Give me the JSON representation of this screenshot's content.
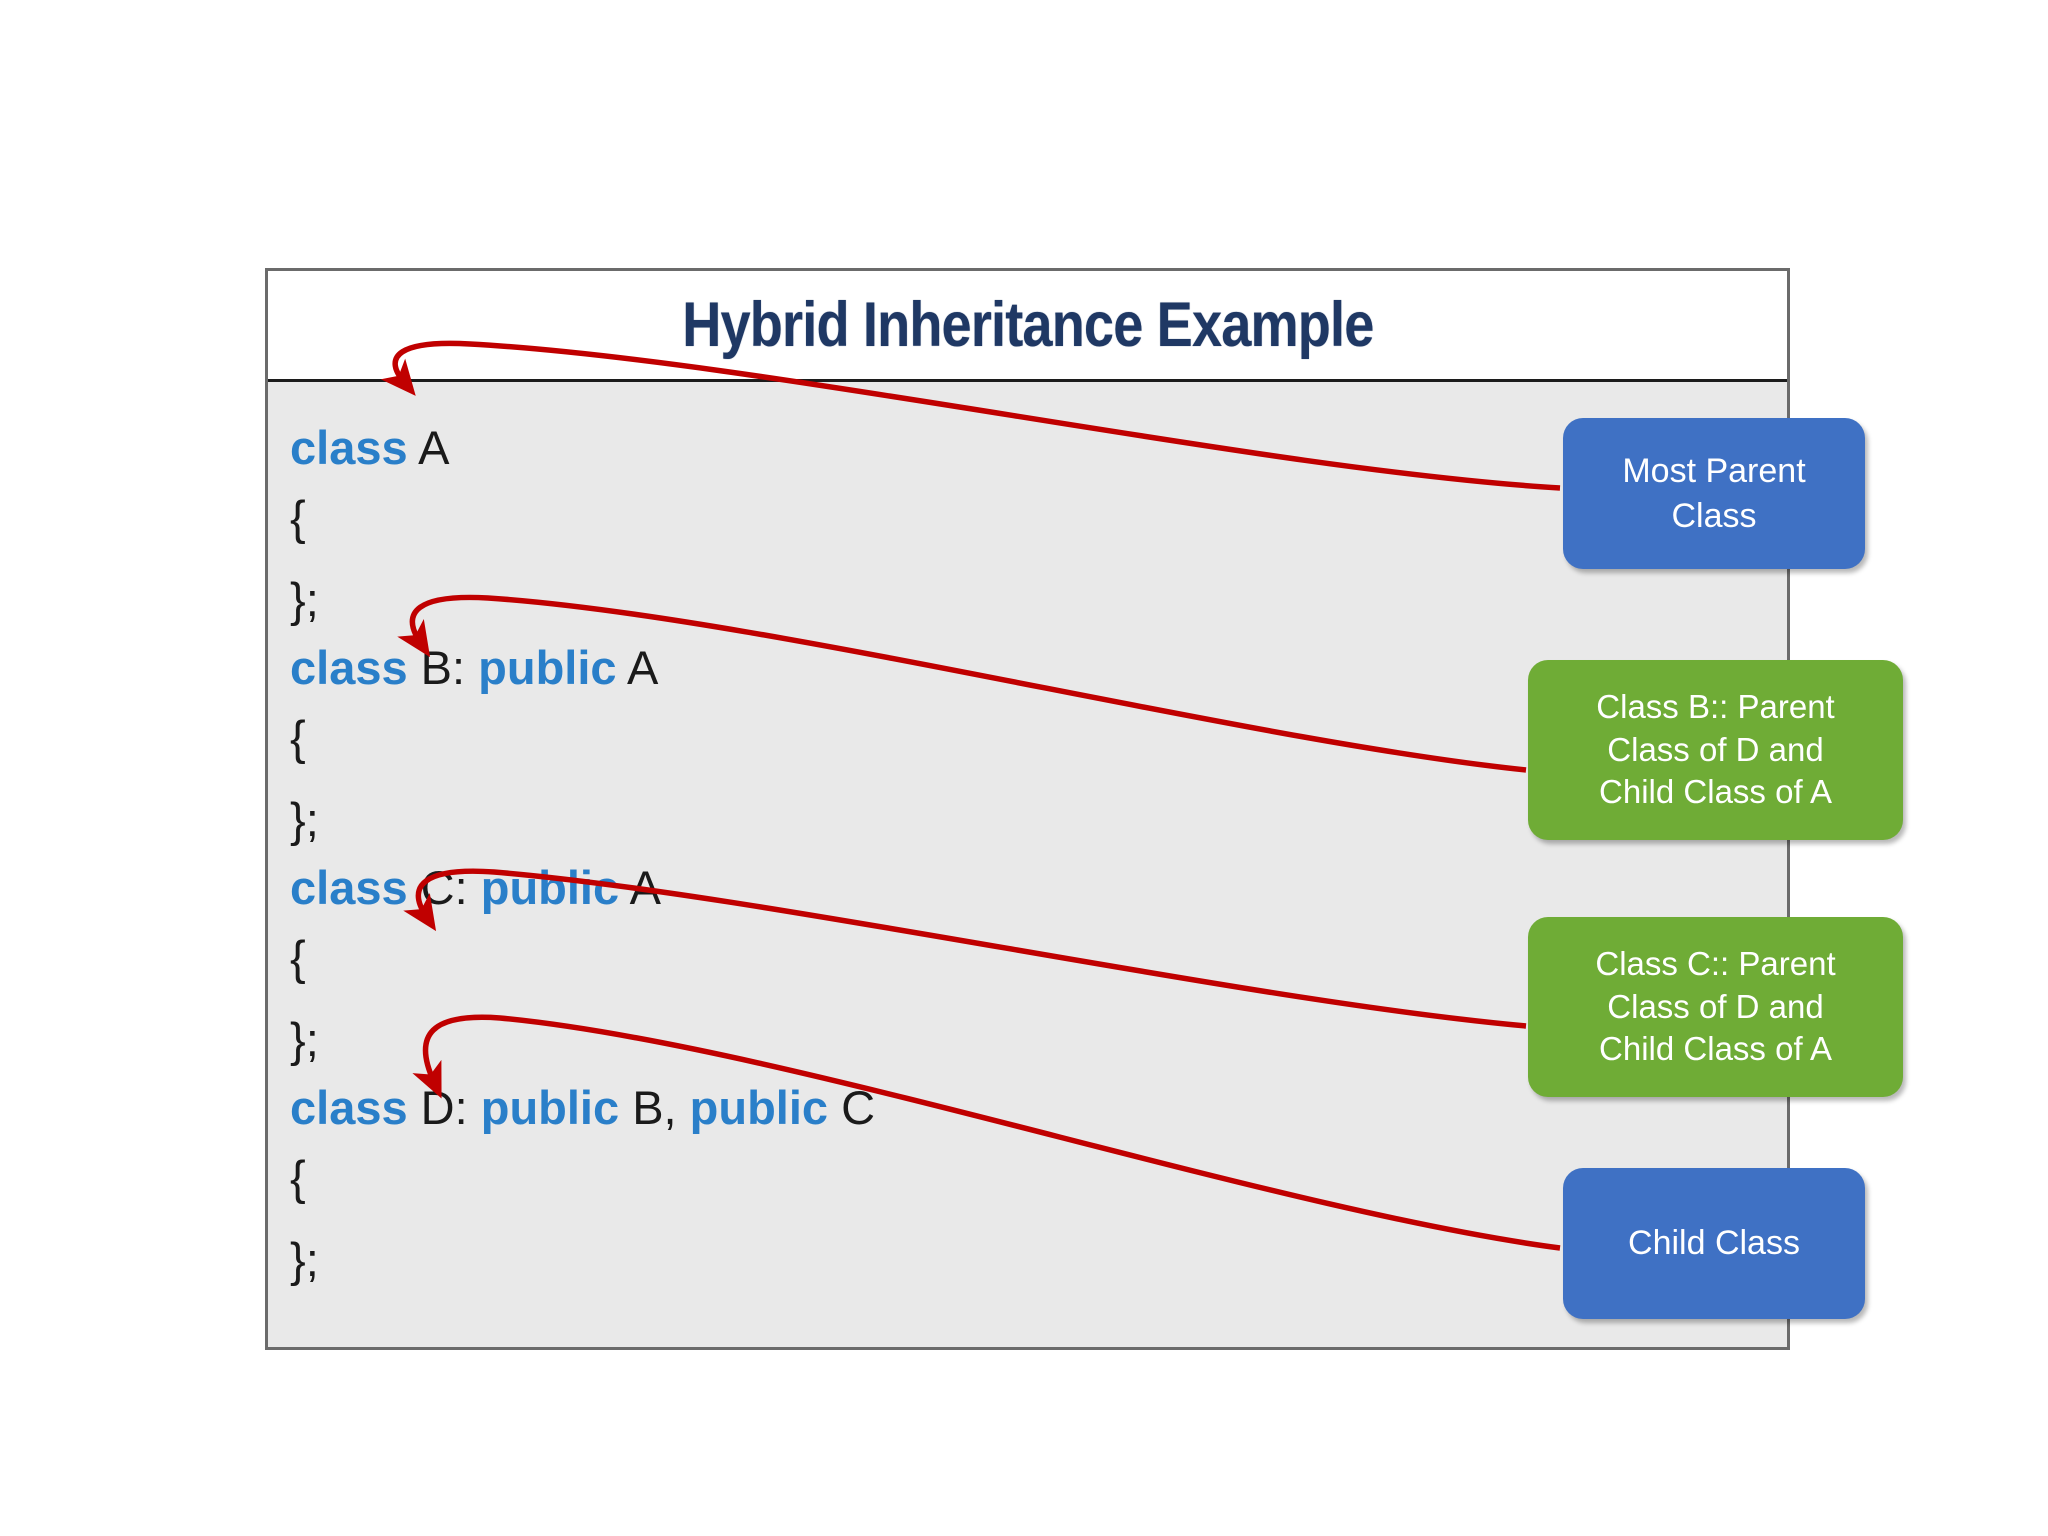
{
  "figure": {
    "title": "Hybrid Inheritance Example",
    "title_color": "#1f3864",
    "frame_border_color": "#6b6b6b",
    "code_background": "#e9e9e9",
    "keyword_color": "#2a7fc9",
    "arrow_color": "#c00000"
  },
  "code": {
    "lines": [
      {
        "kw1": "class",
        "rest1": " A",
        "kw2": "",
        "rest2": ""
      },
      {
        "kw1": "",
        "rest1": "{",
        "kw2": "",
        "rest2": ""
      },
      {
        "kw1": "",
        "rest1": "};",
        "kw2": "",
        "rest2": ""
      },
      {
        "kw1": "class",
        "rest1": " B: ",
        "kw2": "public",
        "rest2": " A"
      },
      {
        "kw1": "",
        "rest1": "{",
        "kw2": "",
        "rest2": ""
      },
      {
        "kw1": "",
        "rest1": "};",
        "kw2": "",
        "rest2": ""
      },
      {
        "kw1": "class",
        "rest1": " C: ",
        "kw2": "public",
        "rest2": " A"
      },
      {
        "kw1": "",
        "rest1": "{",
        "kw2": "",
        "rest2": ""
      },
      {
        "kw1": "",
        "rest1": "};",
        "kw2": "",
        "rest2": ""
      },
      {
        "kw1": "class",
        "rest1": " D: ",
        "kw2": "public",
        "rest2": " B, ",
        "kw3": "public",
        "rest3": " C"
      },
      {
        "kw1": "",
        "rest1": "{",
        "kw2": "",
        "rest2": ""
      },
      {
        "kw1": "",
        "rest1": "};",
        "kw2": "",
        "rest2": ""
      }
    ],
    "line_texts": [
      "class A",
      "{",
      "};",
      "class B: public A",
      "{",
      "};",
      "class C: public A",
      "{",
      "};",
      "class D: public B, public C",
      "{",
      "};"
    ]
  },
  "callouts": [
    {
      "id": "most-parent-class",
      "color": "blue",
      "hex": "#3f71c4",
      "lines": [
        "Most Parent",
        "Class"
      ]
    },
    {
      "id": "class-b-role",
      "color": "green",
      "hex": "#6fac36",
      "lines": [
        "Class B:: Parent",
        "Class of D and",
        "Child Class of A"
      ]
    },
    {
      "id": "class-c-role",
      "color": "green",
      "hex": "#6fac36",
      "lines": [
        "Class C:: Parent",
        "Class of D and",
        "Child Class of A"
      ]
    },
    {
      "id": "child-class",
      "color": "blue",
      "hex": "#3f71c4",
      "lines": [
        "Child Class"
      ]
    }
  ],
  "arrows": [
    {
      "from": "most-parent-class",
      "to": "class-a-declaration"
    },
    {
      "from": "class-b-role",
      "to": "class-b-declaration"
    },
    {
      "from": "class-c-role",
      "to": "class-c-declaration"
    },
    {
      "from": "child-class",
      "to": "class-d-declaration"
    }
  ]
}
